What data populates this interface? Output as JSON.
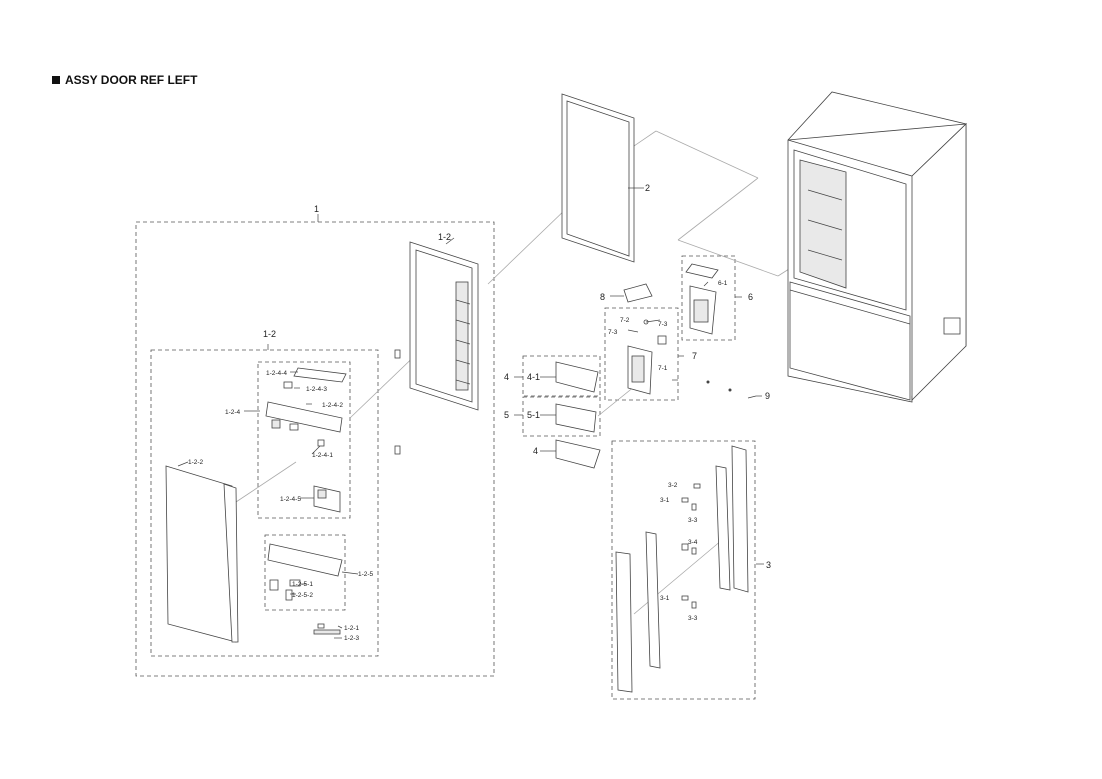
{
  "title": "ASSY DOOR REF LEFT",
  "labels": {
    "l1": "1",
    "l1_2a": "1-2",
    "l1_2b": "1-2",
    "l1_2_4": "1-2-4",
    "l1_2_4_4": "1-2-4-4",
    "l1_2_4_3": "1-2-4-3",
    "l1_2_4_2": "1-2-4-2",
    "l1_2_4_1": "1-2-4-1",
    "l1_2_4_5": "1-2-4-5",
    "l1_2_2": "1-2-2",
    "l1_2_5": "1-2-5",
    "l1_2_5_1": "1-2-5-1",
    "l1_2_5_2": "1-2-5-2",
    "l1_2_1": "1-2-1",
    "l1_2_3": "1-2-3",
    "l2": "2",
    "l3": "3",
    "l3_1a": "3-1",
    "l3_1b": "3-1",
    "l3_2": "3-2",
    "l3_3a": "3-3",
    "l3_3b": "3-3",
    "l3_4": "3-4",
    "l4a": "4",
    "l4_1": "4-1",
    "l4b": "4",
    "l5": "5",
    "l5_1": "5-1",
    "l6": "6",
    "l6_1": "6-1",
    "l7": "7",
    "l7_1": "7-1",
    "l7_2": "7-2",
    "l7_3a": "7-3",
    "l7_3b": "7-3",
    "l8": "8",
    "l9": "9"
  }
}
